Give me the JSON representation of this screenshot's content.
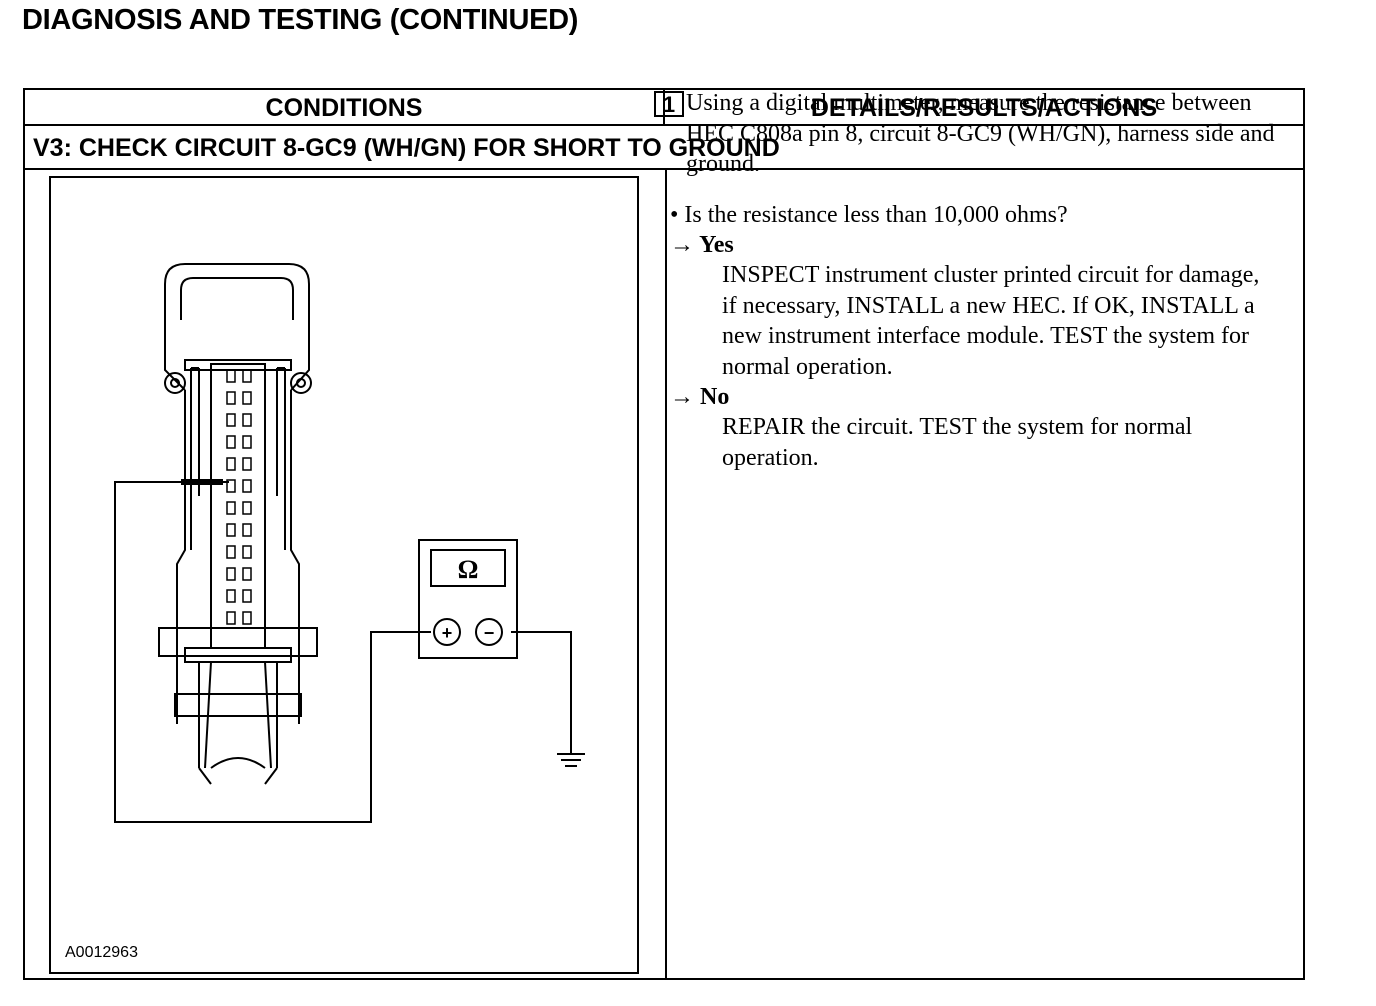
{
  "page": {
    "title": "DIAGNOSIS AND TESTING (CONTINUED)"
  },
  "table": {
    "header_conditions": "CONDITIONS",
    "header_details": "DETAILS/RESULTS/ACTIONS",
    "step_title": "V3: CHECK CIRCUIT 8-GC9 (WH/GN) FOR SHORT TO GROUND"
  },
  "figure": {
    "id": "A0012963",
    "meter_symbol": "Ω",
    "plus_symbol": "+",
    "minus_symbol": "−"
  },
  "details": {
    "step_number": "1",
    "instruction": "Using a digital multimeter, measure the resistance between HEC C808a pin 8, circuit 8-GC9 (WH/GN), harness side and ground.",
    "question": "• Is the resistance less than 10,000 ohms?",
    "yes_label": "→ Yes",
    "yes_action": "INSPECT instrument cluster printed circuit for damage, if necessary, INSTALL a new HEC. If OK, INSTALL a new instrument interface module. TEST the system for normal operation.",
    "no_label": "→ No",
    "no_action": "REPAIR the circuit. TEST the system for normal operation."
  }
}
